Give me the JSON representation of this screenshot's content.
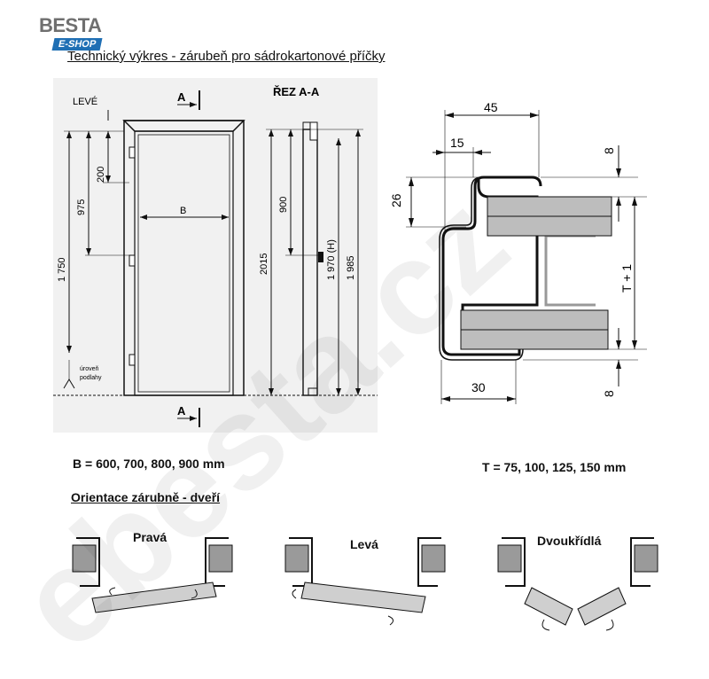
{
  "brand": {
    "name": "BESTA",
    "shop": "E-SHOP",
    "watermark": "ebesta.cz"
  },
  "title": "Technický výkres - zárubeň pro sádrokartonové příčky",
  "left_drawing": {
    "label_leve": "LEVÉ",
    "section_marker": "A",
    "section_title": "ŘEZ  A-A",
    "dim_200": "200",
    "dim_975": "975",
    "dim_1750": "1 750",
    "dim_b": "B",
    "dim_900": "900",
    "dim_2015": "2015",
    "dim_1970": "1 970 (H)",
    "dim_1985": "1 985",
    "floor_label_1": "úroveň",
    "floor_label_2": "podlahy"
  },
  "right_drawing": {
    "dim_45": "45",
    "dim_15": "15",
    "dim_26": "26",
    "dim_8_top": "8",
    "dim_t1": "T + 1",
    "dim_30": "30",
    "dim_8_bottom": "8"
  },
  "b_values": "B = 600, 700, 800, 900 mm",
  "t_values": "T = 75, 100, 125, 150 mm",
  "orientation_title": "Orientace zárubně - dveří",
  "orientations": [
    "Pravá",
    "Levá",
    "Dvoukřídlá"
  ],
  "colors": {
    "line": "#111111",
    "wall_fill": "#9a9a9a",
    "frame_fill": "#cfcfcf",
    "logo_blue": "#1f6fb4"
  }
}
